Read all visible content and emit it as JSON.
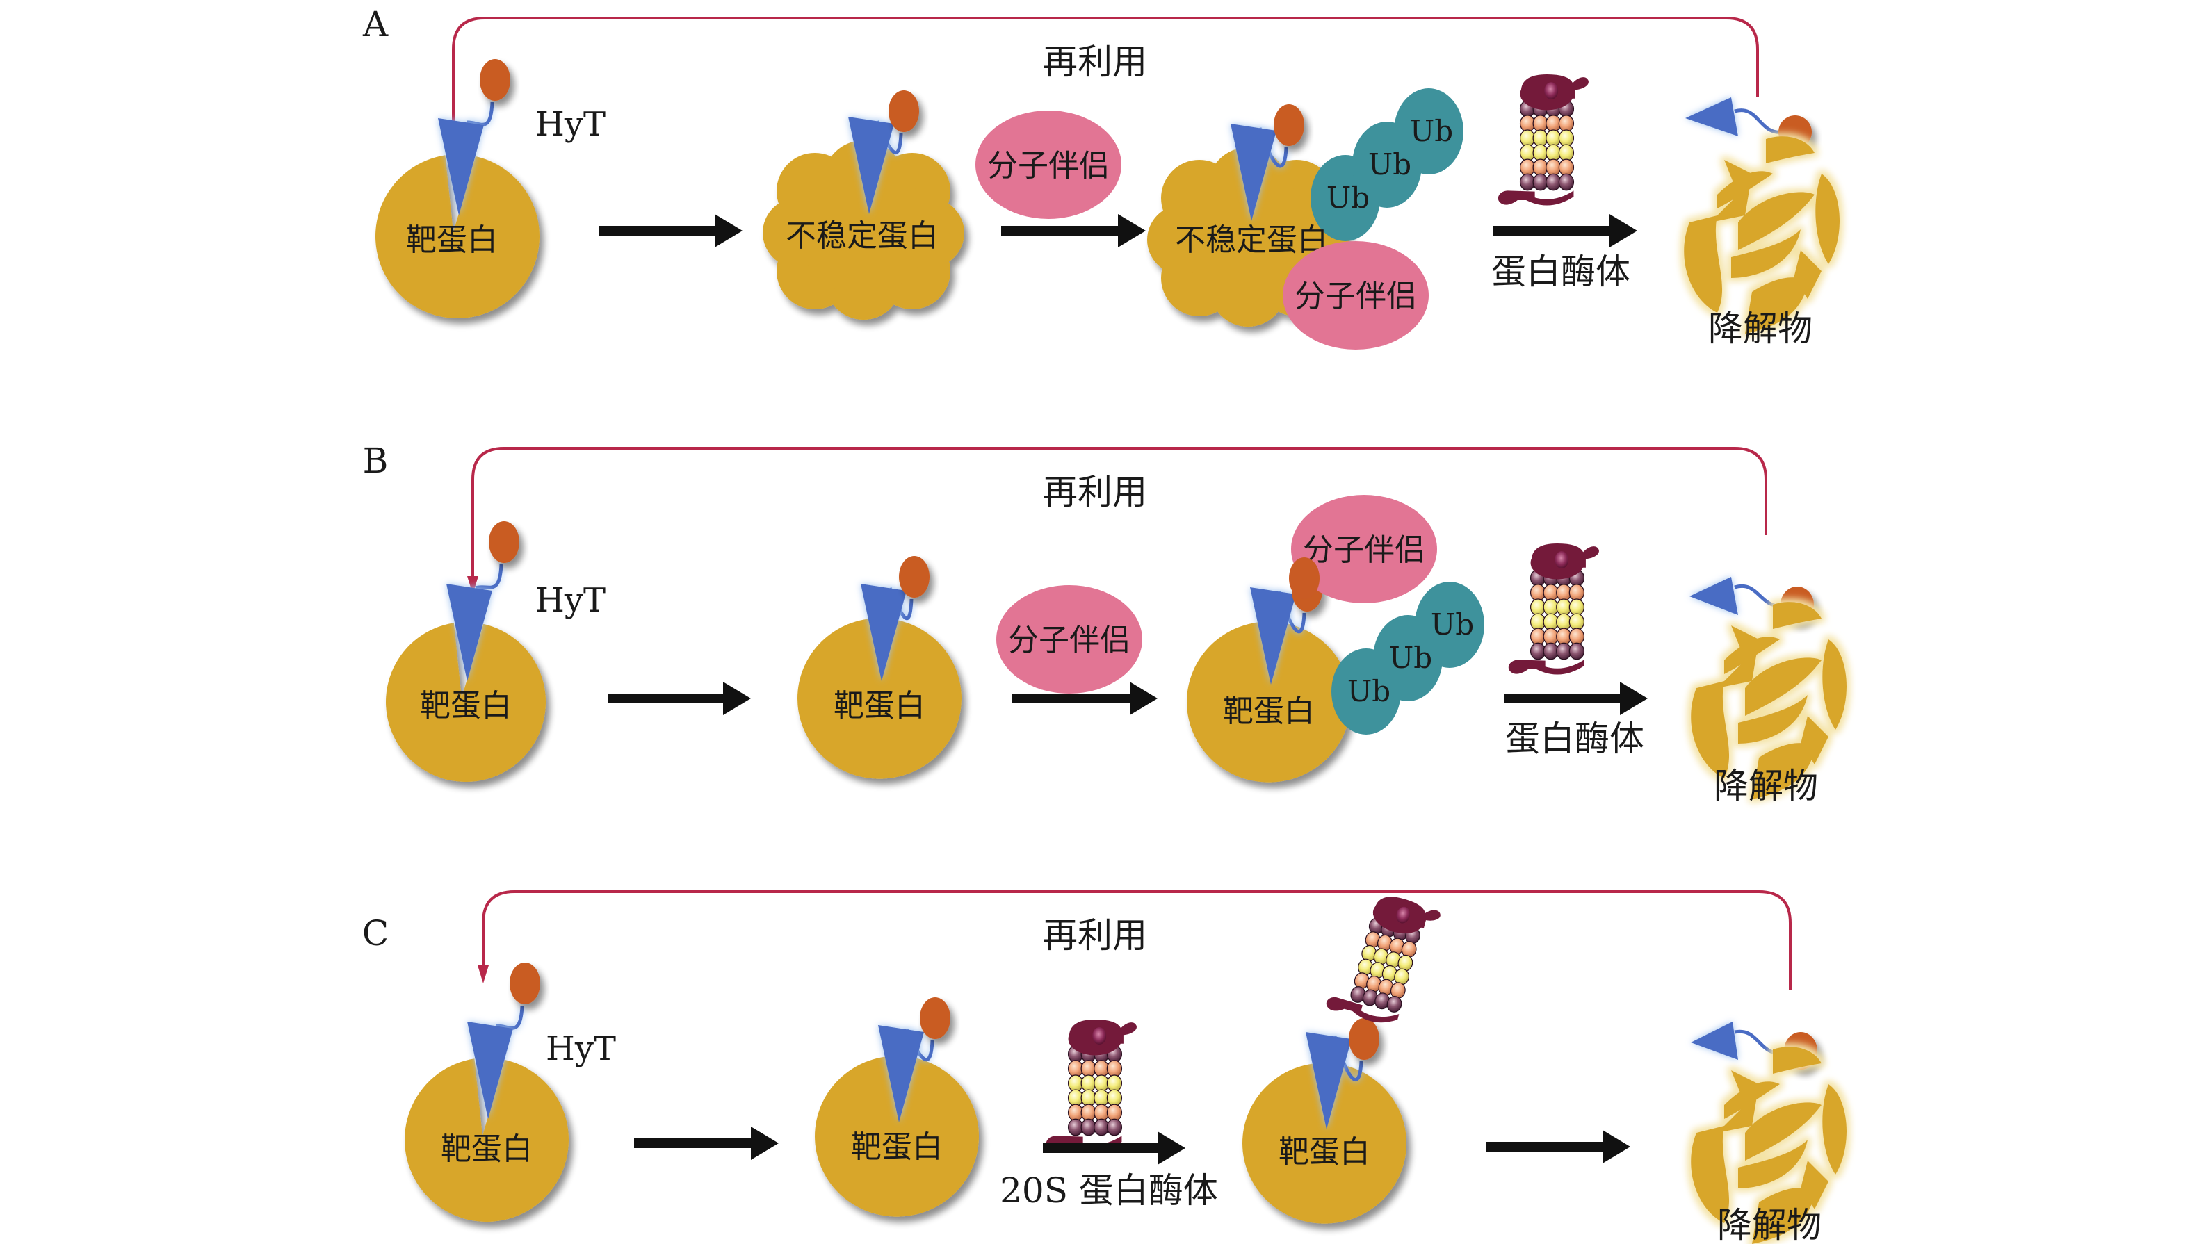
{
  "colors": {
    "target_protein": "#d8a62a",
    "hyt_ball": "#c95b24",
    "hyt_triangle": "#4a6cc4",
    "hyt_glow": "#9cc0ee",
    "chaperone": "#e27594",
    "ubiquitin": "#3e929c",
    "recycle_line": "#b8284a",
    "arrow": "#111111",
    "proteasome_cap": "#741a3a",
    "proteasome_ring_outer": "#8c5670",
    "proteasome_ring_mid": "#f2a57a",
    "proteasome_ring_inner": "#f4ec7a",
    "fragment_glow": "#f4e3a6"
  },
  "panels": [
    {
      "label": "A",
      "recycle_label": "再利用",
      "hyt_label": "HyT",
      "steps": [
        {
          "kind": "target",
          "label": "靶蛋白"
        },
        {
          "kind": "unstable",
          "label": "不稳定蛋白"
        },
        {
          "kind": "unstable-ub",
          "label": "不稳定蛋白"
        },
        {
          "kind": "degraded",
          "label": "降解物"
        }
      ],
      "chaperone_free_label": "分子伴侣",
      "chaperone_bound_label": "分子伴侣",
      "ub_labels": [
        "Ub",
        "Ub",
        "Ub"
      ],
      "proteasome_label": "蛋白酶体"
    },
    {
      "label": "B",
      "recycle_label": "再利用",
      "hyt_label": "HyT",
      "steps": [
        {
          "kind": "target",
          "label": "靶蛋白"
        },
        {
          "kind": "bound",
          "label": "靶蛋白"
        },
        {
          "kind": "bound-ub",
          "label": "靶蛋白"
        },
        {
          "kind": "degraded",
          "label": "降解物"
        }
      ],
      "chaperone_free_label": "分子伴侣",
      "chaperone_bound_label": "分子伴侣",
      "ub_labels": [
        "Ub",
        "Ub",
        "Ub"
      ],
      "proteasome_label": "蛋白酶体"
    },
    {
      "label": "C",
      "recycle_label": "再利用",
      "hyt_label": "HyT",
      "steps": [
        {
          "kind": "target",
          "label": "靶蛋白"
        },
        {
          "kind": "bound",
          "label": "靶蛋白"
        },
        {
          "kind": "bound-20s",
          "label": "靶蛋白"
        },
        {
          "kind": "degraded",
          "label": "降解物"
        }
      ],
      "proteasome_label": "20S 蛋白酶体"
    }
  ]
}
